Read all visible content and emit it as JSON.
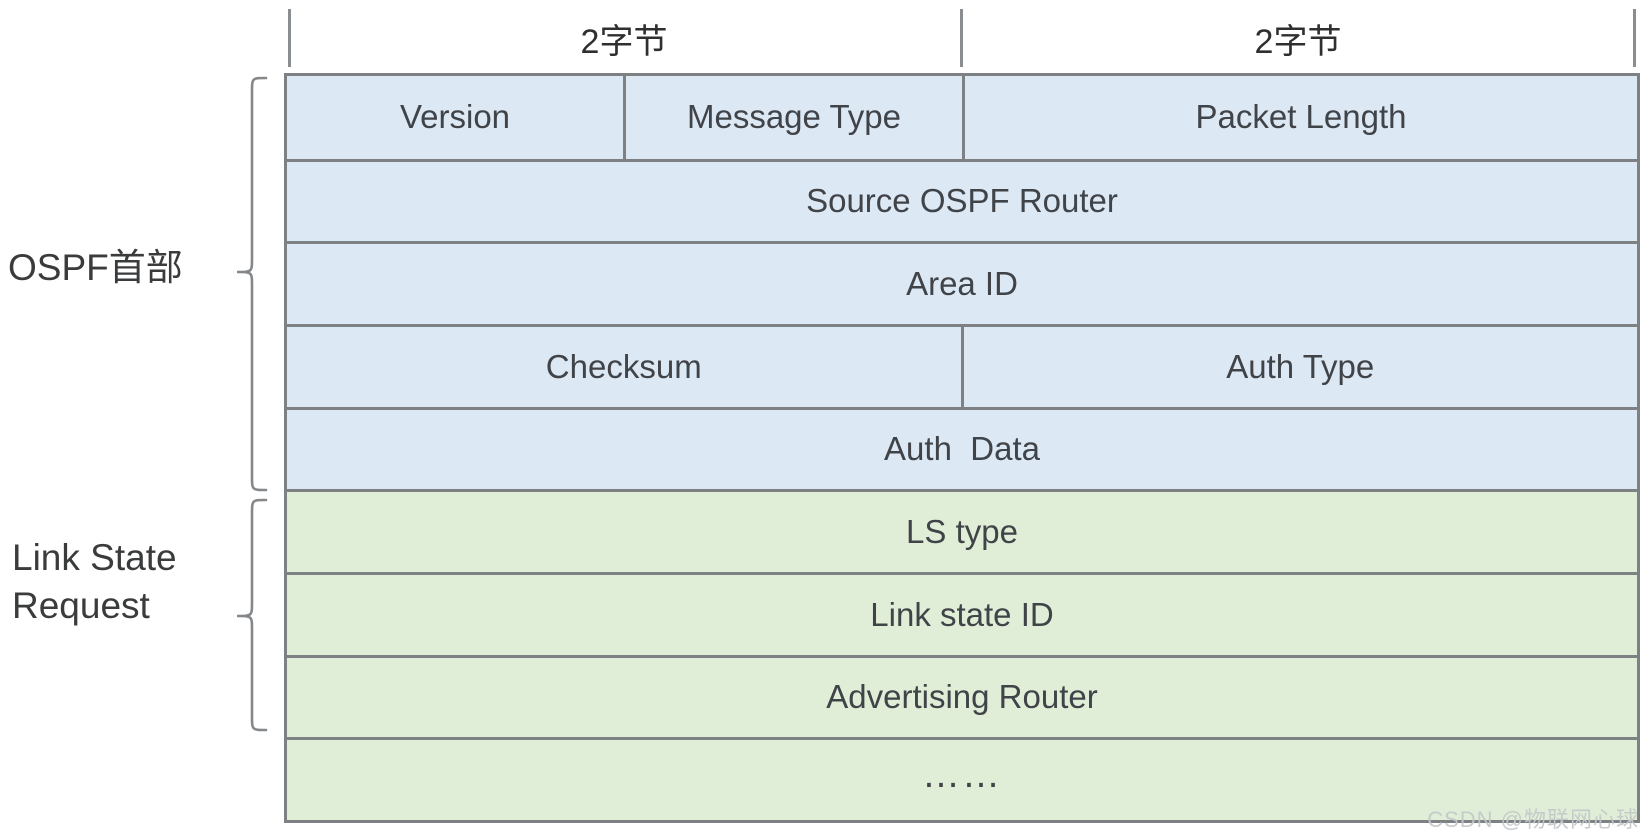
{
  "header": {
    "left_scale_label": "2字节",
    "right_scale_label": "2字节"
  },
  "side_labels": {
    "ospf_header": "OSPF首部",
    "link_state_request_line1": "Link State",
    "link_state_request_line2": "Request"
  },
  "table": {
    "rows": [
      {
        "section": "ospf-header",
        "cells": [
          {
            "label": "Version"
          },
          {
            "label": "Message Type"
          },
          {
            "label": "Packet Length"
          }
        ]
      },
      {
        "section": "ospf-header",
        "cells": [
          {
            "label": "Source OSPF Router"
          }
        ]
      },
      {
        "section": "ospf-header",
        "cells": [
          {
            "label": "Area ID"
          }
        ]
      },
      {
        "section": "ospf-header",
        "cells": [
          {
            "label": "Checksum"
          },
          {
            "label": "Auth Type"
          }
        ]
      },
      {
        "section": "ospf-header",
        "cells": [
          {
            "label": "Auth  Data"
          }
        ]
      },
      {
        "section": "link-state-request",
        "cells": [
          {
            "label": "LS type"
          }
        ]
      },
      {
        "section": "link-state-request",
        "cells": [
          {
            "label": "Link state ID"
          }
        ]
      },
      {
        "section": "link-state-request",
        "cells": [
          {
            "label": "Advertising Router"
          }
        ]
      },
      {
        "section": "continuation",
        "cells": [
          {
            "label": "……"
          }
        ]
      }
    ]
  },
  "watermark": "CSDN @物联网心球",
  "colors": {
    "ospf_header_fill": "#dce8f4",
    "link_state_request_fill": "#e1eed7",
    "border": "#7d8184",
    "cell_text": "#404348",
    "side_label_text": "#3a3b3c",
    "watermark_text": "#c3c7ca"
  }
}
